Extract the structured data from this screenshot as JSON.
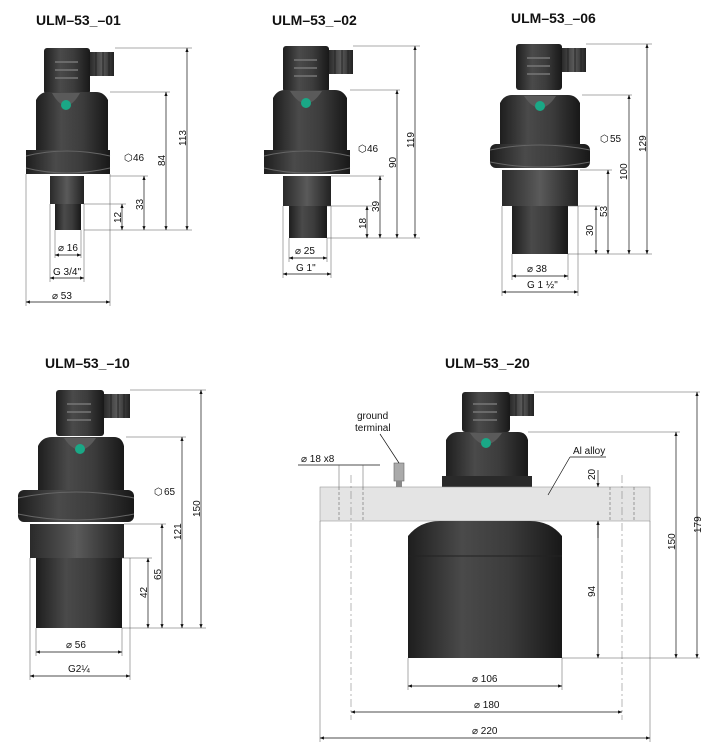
{
  "titles": {
    "m01": "ULM–53_–01",
    "m02": "ULM–53_–02",
    "m06": "ULM–53_–06",
    "m10": "ULM–53_–10",
    "m20": "ULM–53_–20"
  },
  "m01": {
    "h113": "113",
    "h84": "84",
    "h33": "33",
    "h12": "12",
    "hex": "46",
    "d16": "⌀ 16",
    "thread": "G 3/4\"",
    "d53": "⌀ 53"
  },
  "m02": {
    "h119": "119",
    "h90": "90",
    "h39": "39",
    "h18": "18",
    "hex": "46",
    "d25": "⌀ 25",
    "thread": "G 1\""
  },
  "m06": {
    "h129": "129",
    "h100": "100",
    "h53": "53",
    "h30": "30",
    "hex": "55",
    "d38": "⌀ 38",
    "thread": "G 1 ½\""
  },
  "m10": {
    "h150": "150",
    "h121": "121",
    "h65": "65",
    "h42": "42",
    "hex": "65",
    "d56": "⌀ 56",
    "thread": "G2¼"
  },
  "m20": {
    "h179": "179",
    "h150": "150",
    "h94": "94",
    "h20": "20",
    "holes": "⌀ 18 x8",
    "ground": "ground",
    "terminal": "terminal",
    "alloy": "Al alloy",
    "d106": "⌀ 106",
    "d180": "⌀ 180",
    "d220": "⌀ 220"
  },
  "colors": {
    "body": "#3a3a3a",
    "body_dark": "#262626",
    "led": "#1aa886",
    "flange": "#e4e4e4"
  }
}
